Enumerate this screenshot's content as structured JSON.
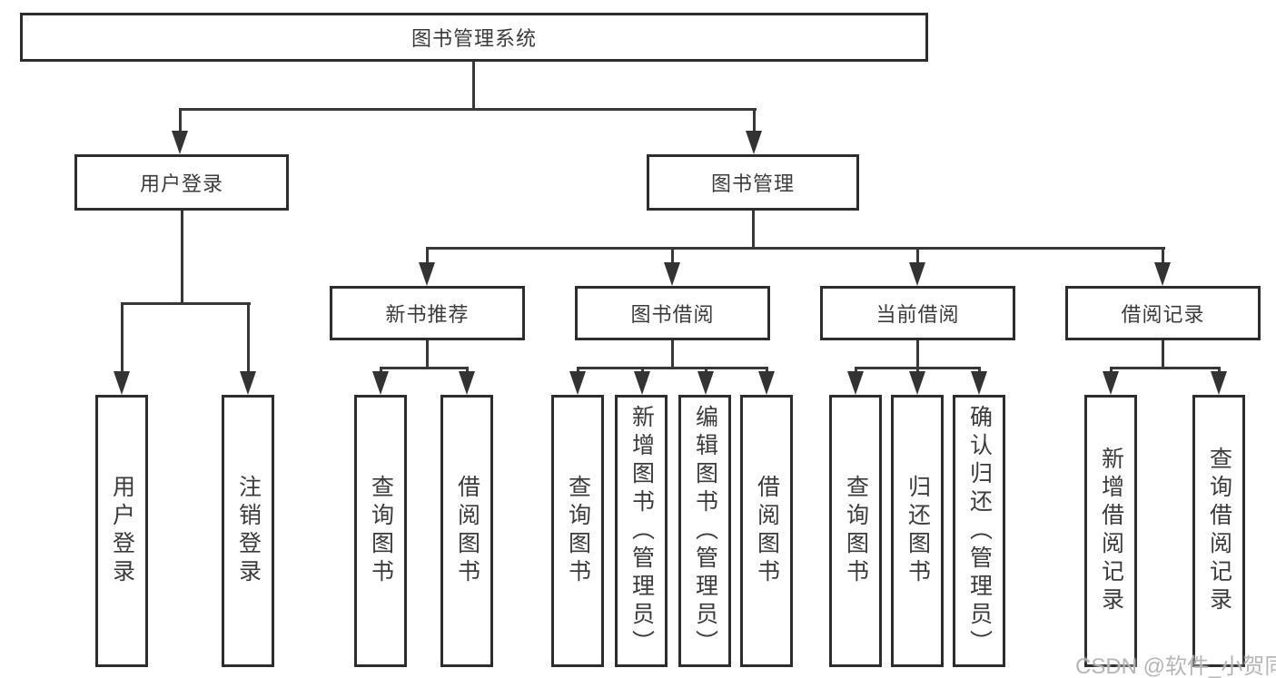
{
  "page": {
    "watermark": "CSDN @软件_小贺同学"
  },
  "colors": {
    "box_border": "#2d2d2d",
    "connector": "#383838",
    "text": "#3b3b3b",
    "watermark": "#b2b2b2",
    "background": "#ffffff"
  },
  "diagram": {
    "type": "tree",
    "root": {
      "label": "图书管理系统"
    },
    "level2": [
      {
        "id": "user-login",
        "label": "用户登录",
        "parent": "图书管理系统"
      },
      {
        "id": "book-management",
        "label": "图书管理",
        "parent": "图书管理系统"
      }
    ],
    "level3": [
      {
        "id": "new-book-recommend",
        "label": "新书推荐",
        "parent": "图书管理"
      },
      {
        "id": "book-borrow",
        "label": "图书借阅",
        "parent": "图书管理"
      },
      {
        "id": "current-borrow",
        "label": "当前借阅",
        "parent": "图书管理"
      },
      {
        "id": "borrow-records",
        "label": "借阅记录",
        "parent": "图书管理"
      }
    ],
    "leaves": [
      {
        "id": "user-login-leaf",
        "label": "用户登录",
        "parent": "用户登录"
      },
      {
        "id": "logout",
        "label": "注销登录",
        "parent": "用户登录"
      },
      {
        "id": "query-books-1",
        "label": "查询图书",
        "parent": "新书推荐"
      },
      {
        "id": "borrow-books-1",
        "label": "借阅图书",
        "parent": "新书推荐"
      },
      {
        "id": "query-books-2",
        "label": "查询图书",
        "parent": "图书借阅"
      },
      {
        "id": "add-books-admin",
        "label": "新增图书（管理员）",
        "parent": "图书借阅"
      },
      {
        "id": "edit-books-admin",
        "label": "编辑图书（管理员）",
        "parent": "图书借阅"
      },
      {
        "id": "borrow-books-2",
        "label": "借阅图书",
        "parent": "图书借阅"
      },
      {
        "id": "query-books-3",
        "label": "查询图书",
        "parent": "当前借阅"
      },
      {
        "id": "return-books",
        "label": "归还图书",
        "parent": "当前借阅"
      },
      {
        "id": "confirm-return-admin",
        "label": "确认归还（管理员）",
        "parent": "当前借阅"
      },
      {
        "id": "add-borrow-record",
        "label": "新增借阅记录",
        "parent": "借阅记录"
      },
      {
        "id": "query-borrow-record",
        "label": "查询借阅记录",
        "parent": "借阅记录"
      }
    ]
  }
}
